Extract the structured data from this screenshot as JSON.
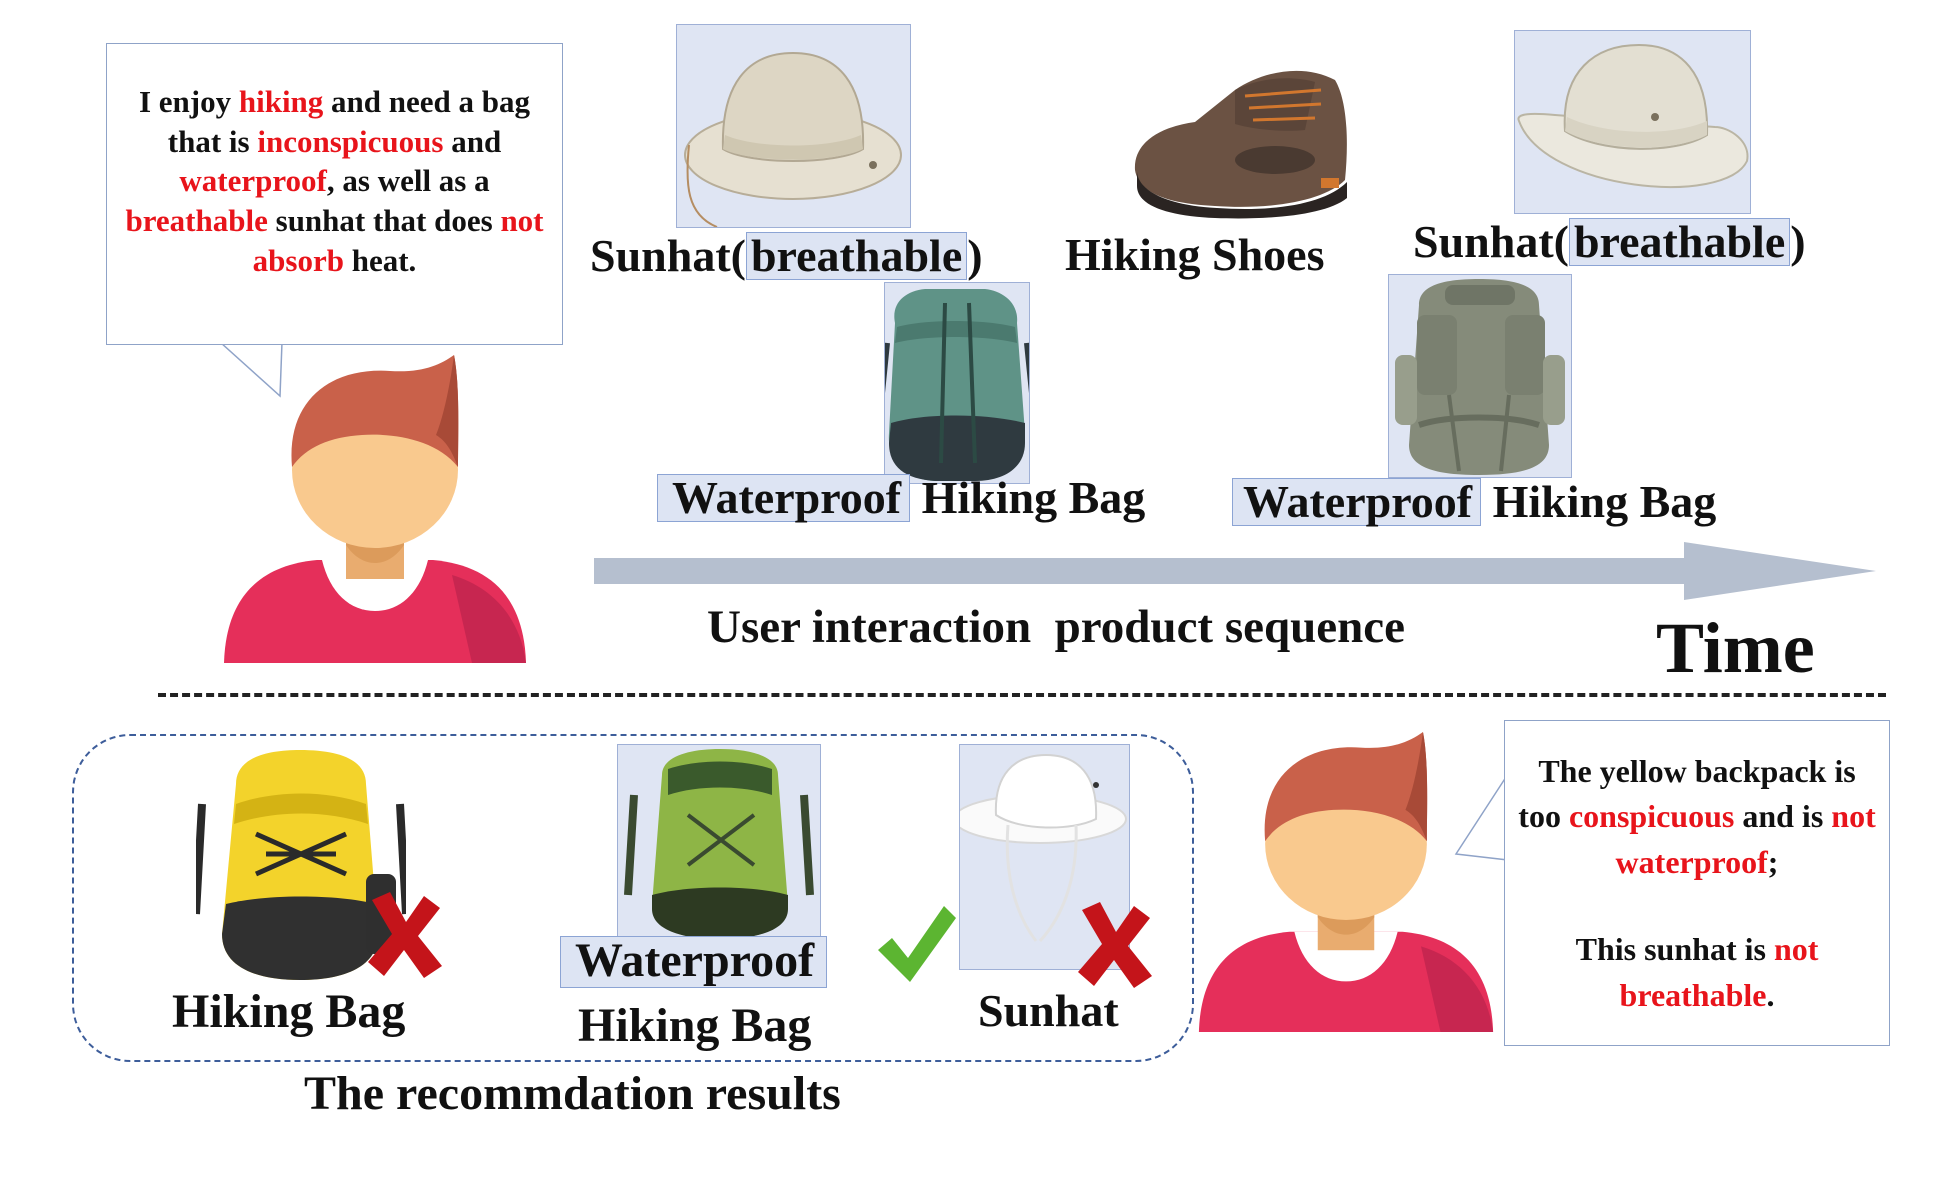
{
  "top_bubble": {
    "segments": [
      {
        "text": "I enjoy ",
        "em": false
      },
      {
        "text": "hiking",
        "em": true
      },
      {
        "text": " and need a bag that is ",
        "em": false
      },
      {
        "text": "inconspicuous",
        "em": true
      },
      {
        "text": " and ",
        "em": false
      },
      {
        "text": "waterproof",
        "em": true
      },
      {
        "text": ", as well as a ",
        "em": false
      },
      {
        "text": "breathable",
        "em": true
      },
      {
        "text": " sunhat that does ",
        "em": false
      },
      {
        "text": "not absorb",
        "em": true
      },
      {
        "text": " heat.",
        "em": false
      }
    ]
  },
  "sequence": {
    "item1": {
      "prefix": "Sunhat(",
      "highlight": "breathable",
      "suffix": ")"
    },
    "item2": {
      "label": "Hiking Shoes"
    },
    "item3": {
      "prefix": "Sunhat(",
      "highlight": "breathable",
      "suffix": ")"
    },
    "item4": {
      "highlight": "Waterproof",
      "suffix": " Hiking Bag"
    },
    "item5": {
      "highlight": "Waterproof",
      "suffix": " Hiking Bag"
    },
    "caption": "User interaction  product sequence",
    "time_label": "Time"
  },
  "recommendations": {
    "item1": {
      "label": "Hiking Bag"
    },
    "item2": {
      "highlight": "Waterproof",
      "label": "Hiking Bag"
    },
    "item3": {
      "label": "Sunhat"
    },
    "caption": "The recommdation results"
  },
  "bottom_bubble": {
    "line1": [
      {
        "text": "The yellow backpack is too ",
        "em": false
      },
      {
        "text": "conspicuous",
        "em": true
      },
      {
        "text": " and is ",
        "em": false
      },
      {
        "text": "not waterproof",
        "em": true
      },
      {
        "text": ";",
        "em": false
      }
    ],
    "line2": [
      {
        "text": "This sunhat is ",
        "em": false
      },
      {
        "text": "not",
        "em": true
      },
      {
        "text": " ",
        "em": false
      },
      {
        "text": "breathable",
        "em": true
      },
      {
        "text": ".",
        "em": false
      }
    ]
  },
  "colors": {
    "emphasis": "#e8141b",
    "arrow": "#b5bfcf",
    "check": "#5cb531",
    "cross": "#c4141a",
    "highlight_fill": "#dde4f3",
    "dashed_frame": "#3d5d9a",
    "avatar_hair": "#c9614a",
    "avatar_skin": "#f9c98e",
    "avatar_shirt": "#e52f5a"
  },
  "icons": [
    "user-avatar",
    "sunhat",
    "hiking-shoe",
    "backpack",
    "check-mark",
    "cross-mark",
    "time-arrow"
  ]
}
